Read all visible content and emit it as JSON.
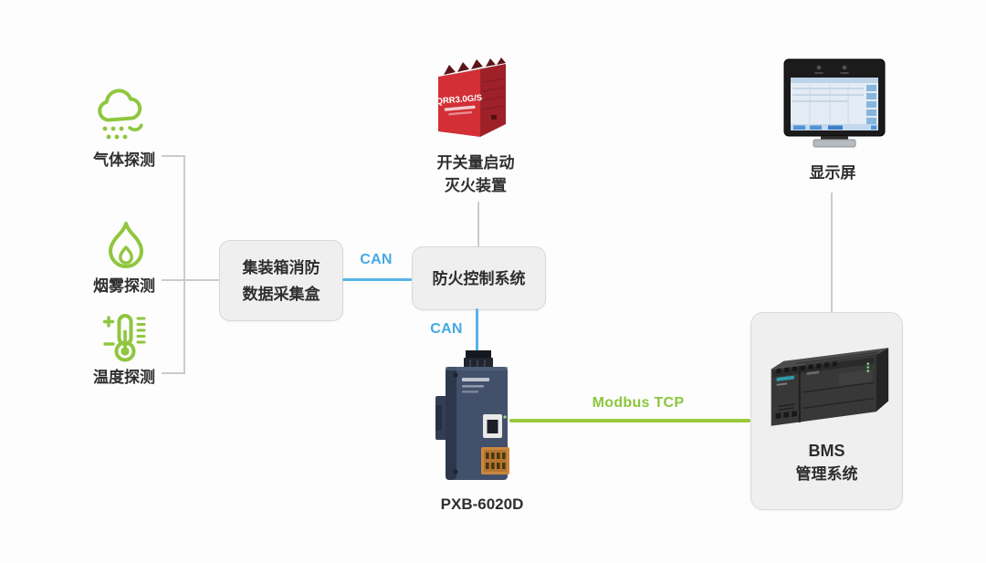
{
  "colors": {
    "accent_green": "#8fc63e",
    "accent_blue": "#57b4e6",
    "line_gray": "#cbcbcb",
    "box_fill": "#efefef",
    "box_border": "#d9d9d9",
    "text": "#2d2d2d",
    "extinguisher_red": "#d22f36",
    "gateway_navy": "#3e4a63"
  },
  "sensors": [
    {
      "label": "气体探测",
      "icon": "gas-detection-icon"
    },
    {
      "label": "烟雾探测",
      "icon": "smoke-detection-icon"
    },
    {
      "label": "温度探测",
      "icon": "temperature-detection-icon"
    }
  ],
  "nodes": {
    "collector": {
      "line1": "集装箱消防",
      "line2": "数据采集盒"
    },
    "fire_control": {
      "label": "防火控制系统"
    },
    "extinguisher": {
      "line1": "开关量启动",
      "line2": "灭火装置",
      "device_text": "QRR3.0G/S"
    },
    "display": {
      "label": "显示屏"
    },
    "gateway": {
      "label": "PXB-6020D"
    },
    "bms": {
      "line1": "BMS",
      "line2": "管理系统"
    }
  },
  "links": {
    "can_collector_fire": "CAN",
    "can_fire_gateway": "CAN",
    "modbus": "Modbus TCP"
  }
}
